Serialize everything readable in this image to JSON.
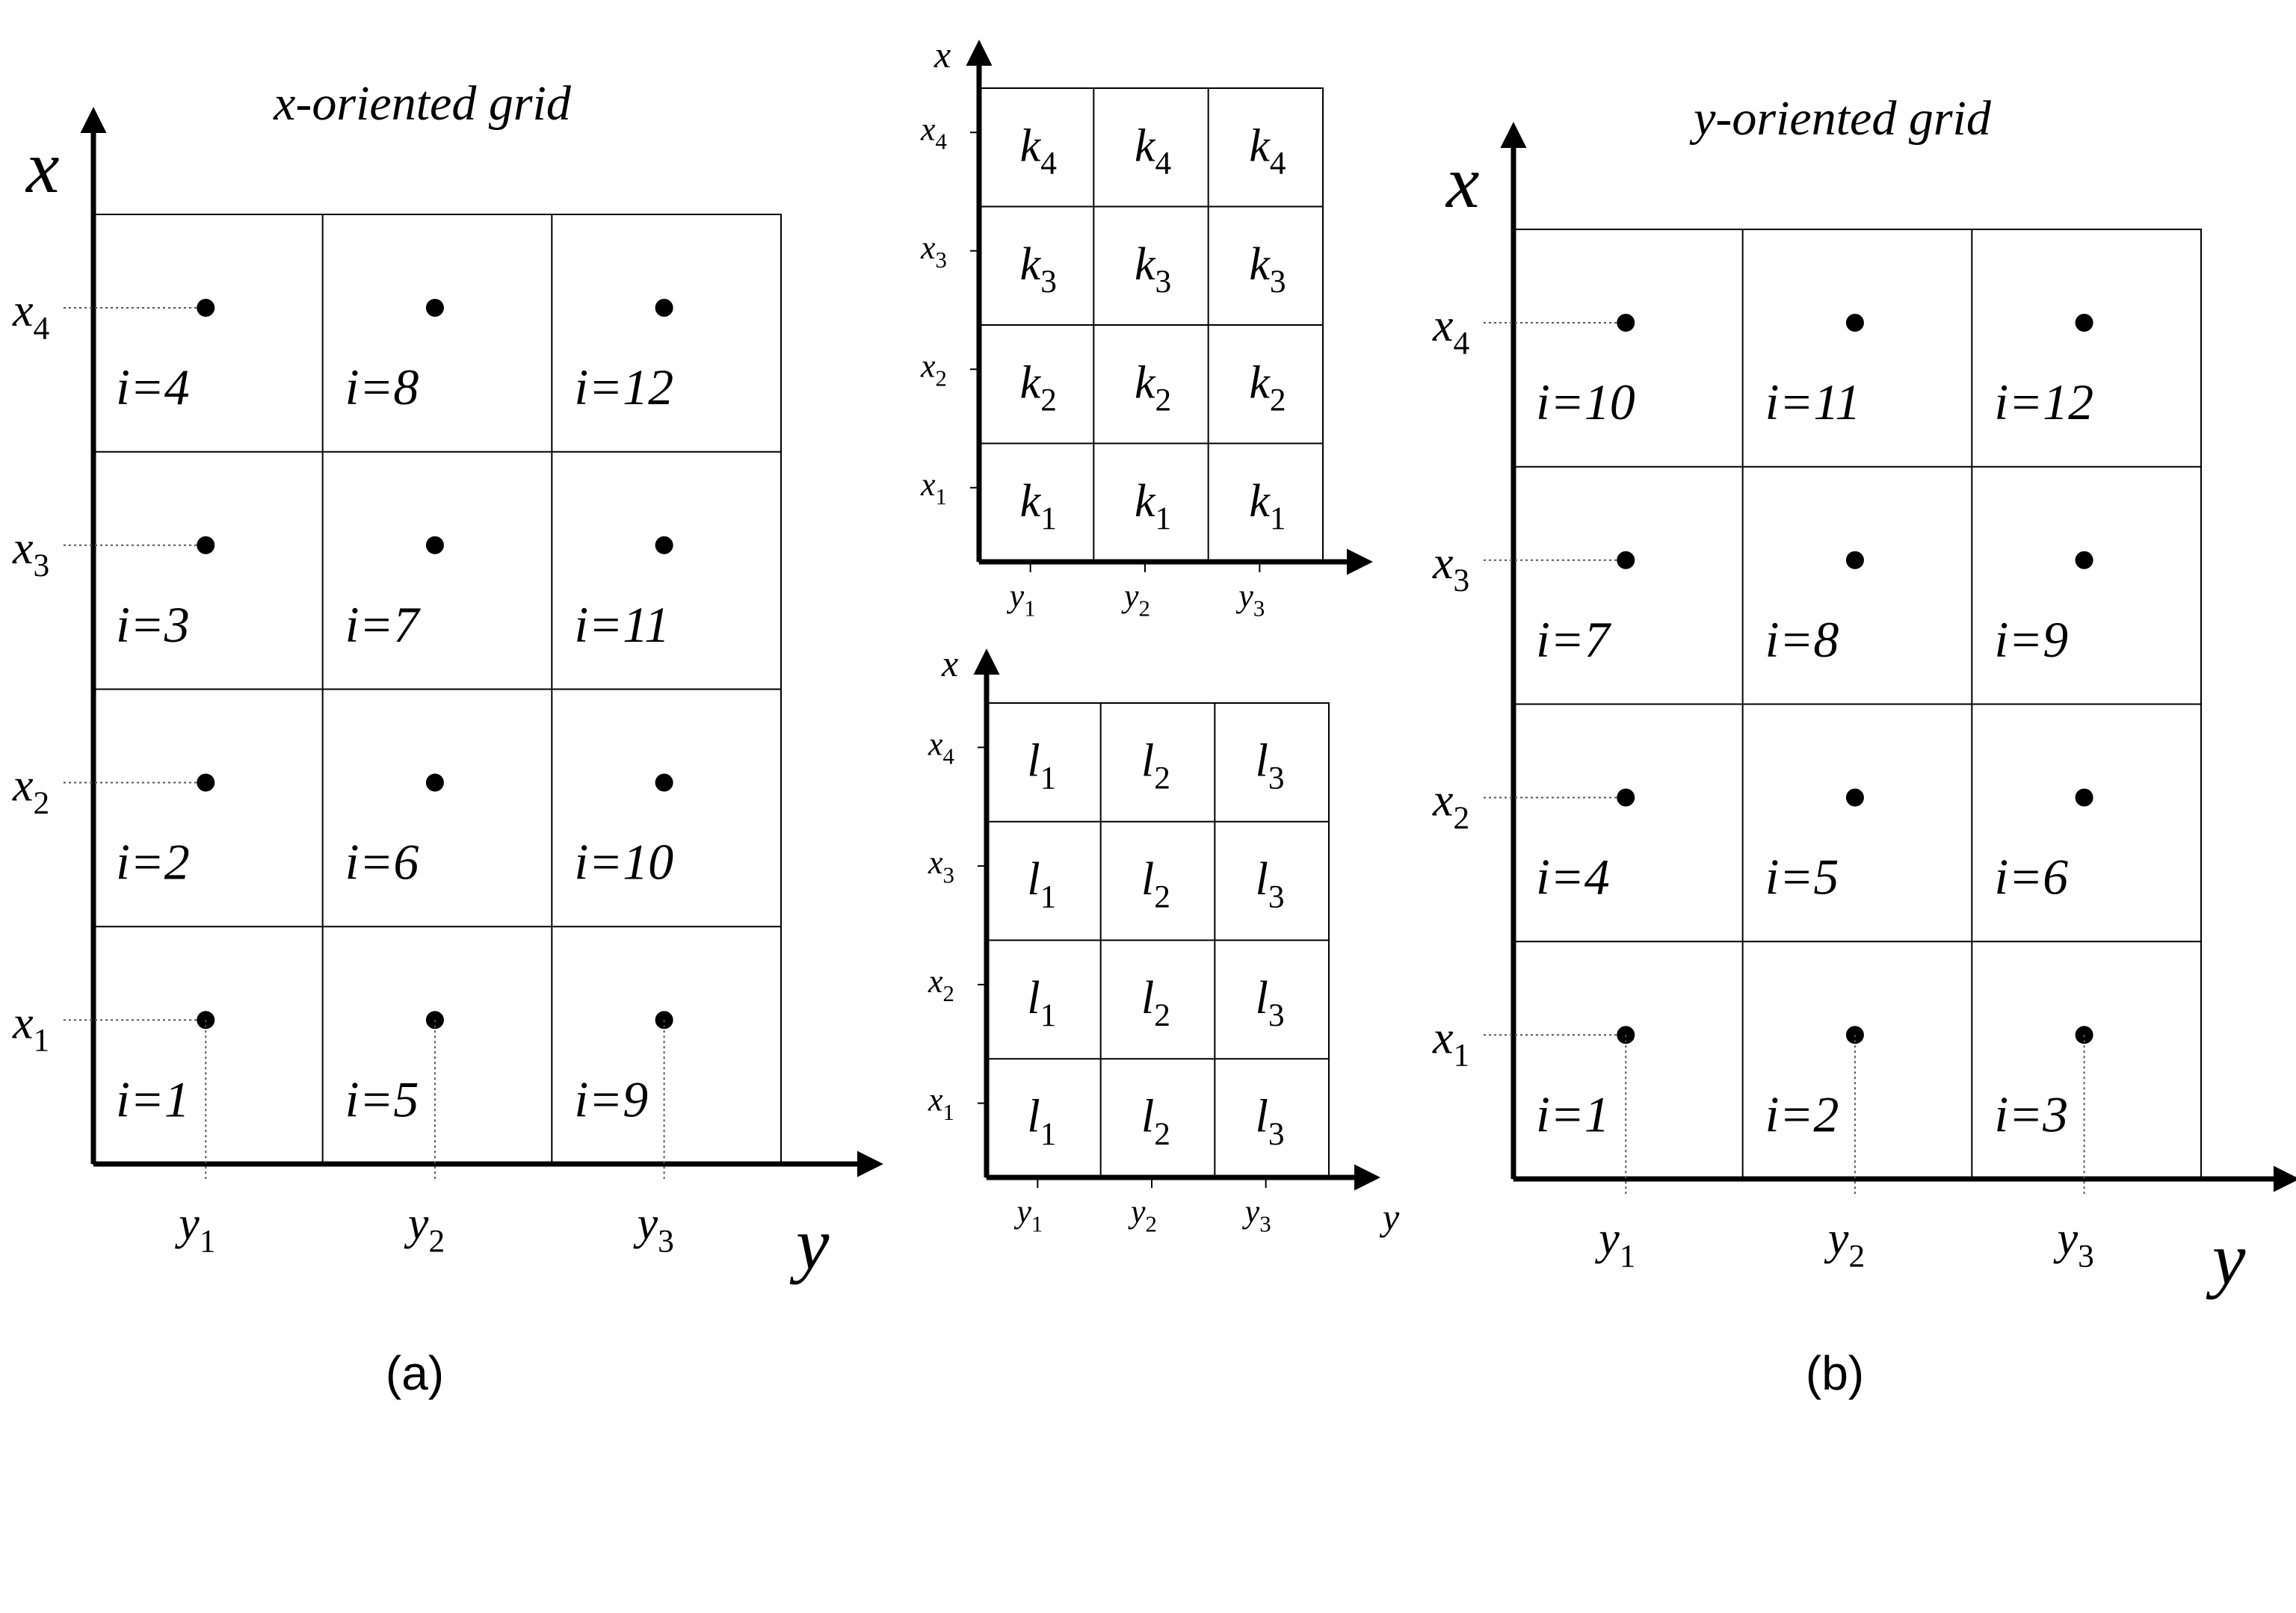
{
  "panel_a": {
    "title": "x-oriented grid",
    "axis_x": "x",
    "axis_y": "y",
    "caption": "(a)",
    "x_ticks": [
      [
        "x",
        "4"
      ],
      [
        "x",
        "3"
      ],
      [
        "x",
        "2"
      ],
      [
        "x",
        "1"
      ]
    ],
    "y_ticks": [
      [
        "y",
        "1"
      ],
      [
        "y",
        "2"
      ],
      [
        "y",
        "3"
      ]
    ],
    "cells": [
      [
        "i=4",
        "i=8",
        "i=12"
      ],
      [
        "i=3",
        "i=7",
        "i=11"
      ],
      [
        "i=2",
        "i=6",
        "i=10"
      ],
      [
        "i=1",
        "i=5",
        "i=9"
      ]
    ]
  },
  "panel_k": {
    "axis_x": "x",
    "x_ticks": [
      [
        "x",
        "4"
      ],
      [
        "x",
        "3"
      ],
      [
        "x",
        "2"
      ],
      [
        "x",
        "1"
      ]
    ],
    "y_ticks": [
      [
        "y",
        "1"
      ],
      [
        "y",
        "2"
      ],
      [
        "y",
        "3"
      ]
    ],
    "cells": [
      [
        [
          "k",
          "4"
        ],
        [
          "k",
          "4"
        ],
        [
          "k",
          "4"
        ]
      ],
      [
        [
          "k",
          "3"
        ],
        [
          "k",
          "3"
        ],
        [
          "k",
          "3"
        ]
      ],
      [
        [
          "k",
          "2"
        ],
        [
          "k",
          "2"
        ],
        [
          "k",
          "2"
        ]
      ],
      [
        [
          "k",
          "1"
        ],
        [
          "k",
          "1"
        ],
        [
          "k",
          "1"
        ]
      ]
    ]
  },
  "panel_l": {
    "axis_x": "x",
    "axis_y": "y",
    "x_ticks": [
      [
        "x",
        "4"
      ],
      [
        "x",
        "3"
      ],
      [
        "x",
        "2"
      ],
      [
        "x",
        "1"
      ]
    ],
    "y_ticks": [
      [
        "y",
        "1"
      ],
      [
        "y",
        "2"
      ],
      [
        "y",
        "3"
      ]
    ],
    "cells": [
      [
        [
          "l",
          "1"
        ],
        [
          "l",
          "2"
        ],
        [
          "l",
          "3"
        ]
      ],
      [
        [
          "l",
          "1"
        ],
        [
          "l",
          "2"
        ],
        [
          "l",
          "3"
        ]
      ],
      [
        [
          "l",
          "1"
        ],
        [
          "l",
          "2"
        ],
        [
          "l",
          "3"
        ]
      ],
      [
        [
          "l",
          "1"
        ],
        [
          "l",
          "2"
        ],
        [
          "l",
          "3"
        ]
      ]
    ]
  },
  "panel_b": {
    "title": "y-oriented grid",
    "axis_x": "x",
    "axis_y": "y",
    "caption": "(b)",
    "x_ticks": [
      [
        "x",
        "4"
      ],
      [
        "x",
        "3"
      ],
      [
        "x",
        "2"
      ],
      [
        "x",
        "1"
      ]
    ],
    "y_ticks": [
      [
        "y",
        "1"
      ],
      [
        "y",
        "2"
      ],
      [
        "y",
        "3"
      ]
    ],
    "cells": [
      [
        "i=10",
        "i=11",
        "i=12"
      ],
      [
        "i=7",
        "i=8",
        "i=9"
      ],
      [
        "i=4",
        "i=5",
        "i=6"
      ],
      [
        "i=1",
        "i=2",
        "i=3"
      ]
    ]
  }
}
